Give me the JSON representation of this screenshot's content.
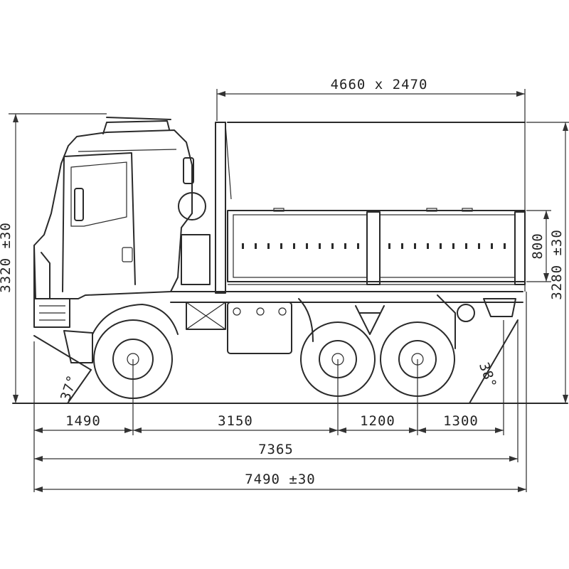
{
  "drawing": {
    "title": "",
    "dimensions": {
      "cargo_bed": "4660 x 2470",
      "overall_height": "3320 ±30",
      "bed_height": "3280 ±30",
      "side_height": "800",
      "front_overhang": "1490",
      "wheelbase": "3150",
      "tandem_spacing": "1200",
      "rear_overhang": "1300",
      "chassis_length": "7365",
      "overall_length": "7490 ±30",
      "approach_angle": "37°",
      "departure_angle": "38°"
    },
    "line_color": "#2a2a2a",
    "background_color": "#ffffff"
  }
}
